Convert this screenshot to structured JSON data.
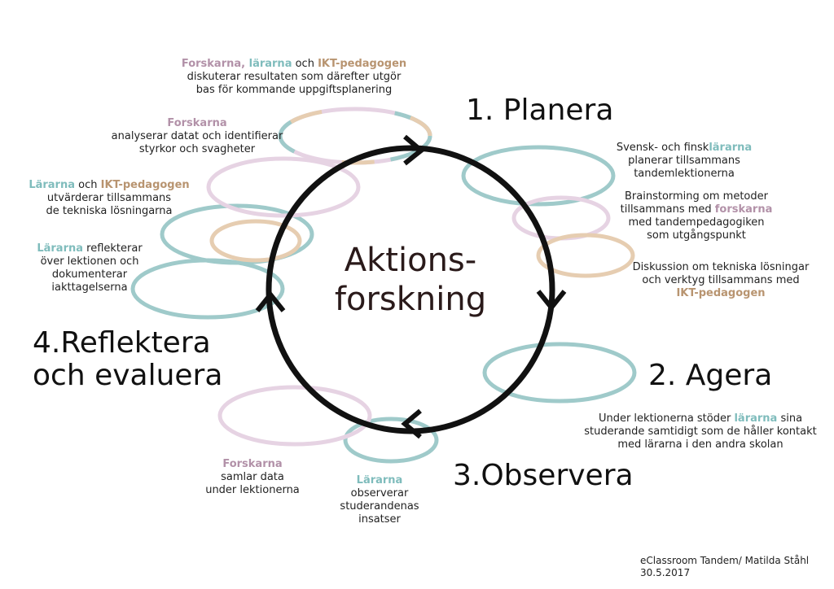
{
  "center": {
    "line1": "Aktions-",
    "line2": "forskning"
  },
  "phases": {
    "plan": "1. Planera",
    "act": "2. Agera",
    "observe": "3.Observera",
    "reflect_line1": "4.Reflektera",
    "reflect_line2": "och evaluera"
  },
  "colors": {
    "teal": "#9fcaca",
    "pink": "#e6d3e3",
    "tan": "#e6cdb1",
    "ring": "#111111"
  },
  "texts": {
    "t1": {
      "w1": "Forskarna",
      "w2": ", ",
      "w3": "lärarna",
      "w4": " och ",
      "w5": "IKT-pedagogen",
      "l2": "diskuterar resultaten som därefter utgör",
      "l3": "bas för kommande uppgiftsplanering"
    },
    "t2": {
      "w1": "Forskarna",
      "l2": "analyserar datat och identifierar",
      "l3": "styrkor och svagheter"
    },
    "t3": {
      "w1": "Lärarna",
      "w2": " och ",
      "w3": "IKT-pedagogen",
      "l2": "utvärderar tillsammans",
      "l3": "de tekniska lösningarna"
    },
    "t4": {
      "w1": "Lärarna",
      "w2": " reflekterar",
      "l2": "över lektionen och",
      "l3": "dokumenterar",
      "l4": "iakttagelserna"
    },
    "t5": {
      "w1": "Svensk- och finsk",
      "w2": "lärarna",
      "l2": "planerar tillsammans",
      "l3": "tandemlektionerna"
    },
    "t6": {
      "l1": "Brainstorming om metoder",
      "w1": "tillsammans med ",
      "w2": "forskarna",
      "l3": "med tandempedagogiken",
      "l4": "som utgångspunkt"
    },
    "t7": {
      "l1": "Diskussion om tekniska lösningar",
      "l2": "och verktyg tillsammans med",
      "w1": "IKT-pedagogen"
    },
    "t8": {
      "w1": "Under lektionerna stöder ",
      "w2": "lärarna",
      "w3": " sina",
      "l2": "studerande samtidigt som de håller kontakt",
      "l3": "med lärarna i den andra skolan"
    },
    "t9": {
      "w1": "Lärarna",
      "l2": "observerar",
      "l3": "studerandenas",
      "l4": "insatser"
    },
    "t10": {
      "w1": "Forskarna",
      "l2": "samlar data",
      "l3": "under lektionerna"
    }
  },
  "credit": {
    "l1": "eClassroom Tandem/ Matilda Ståhl",
    "l2": "30.5.2017"
  }
}
